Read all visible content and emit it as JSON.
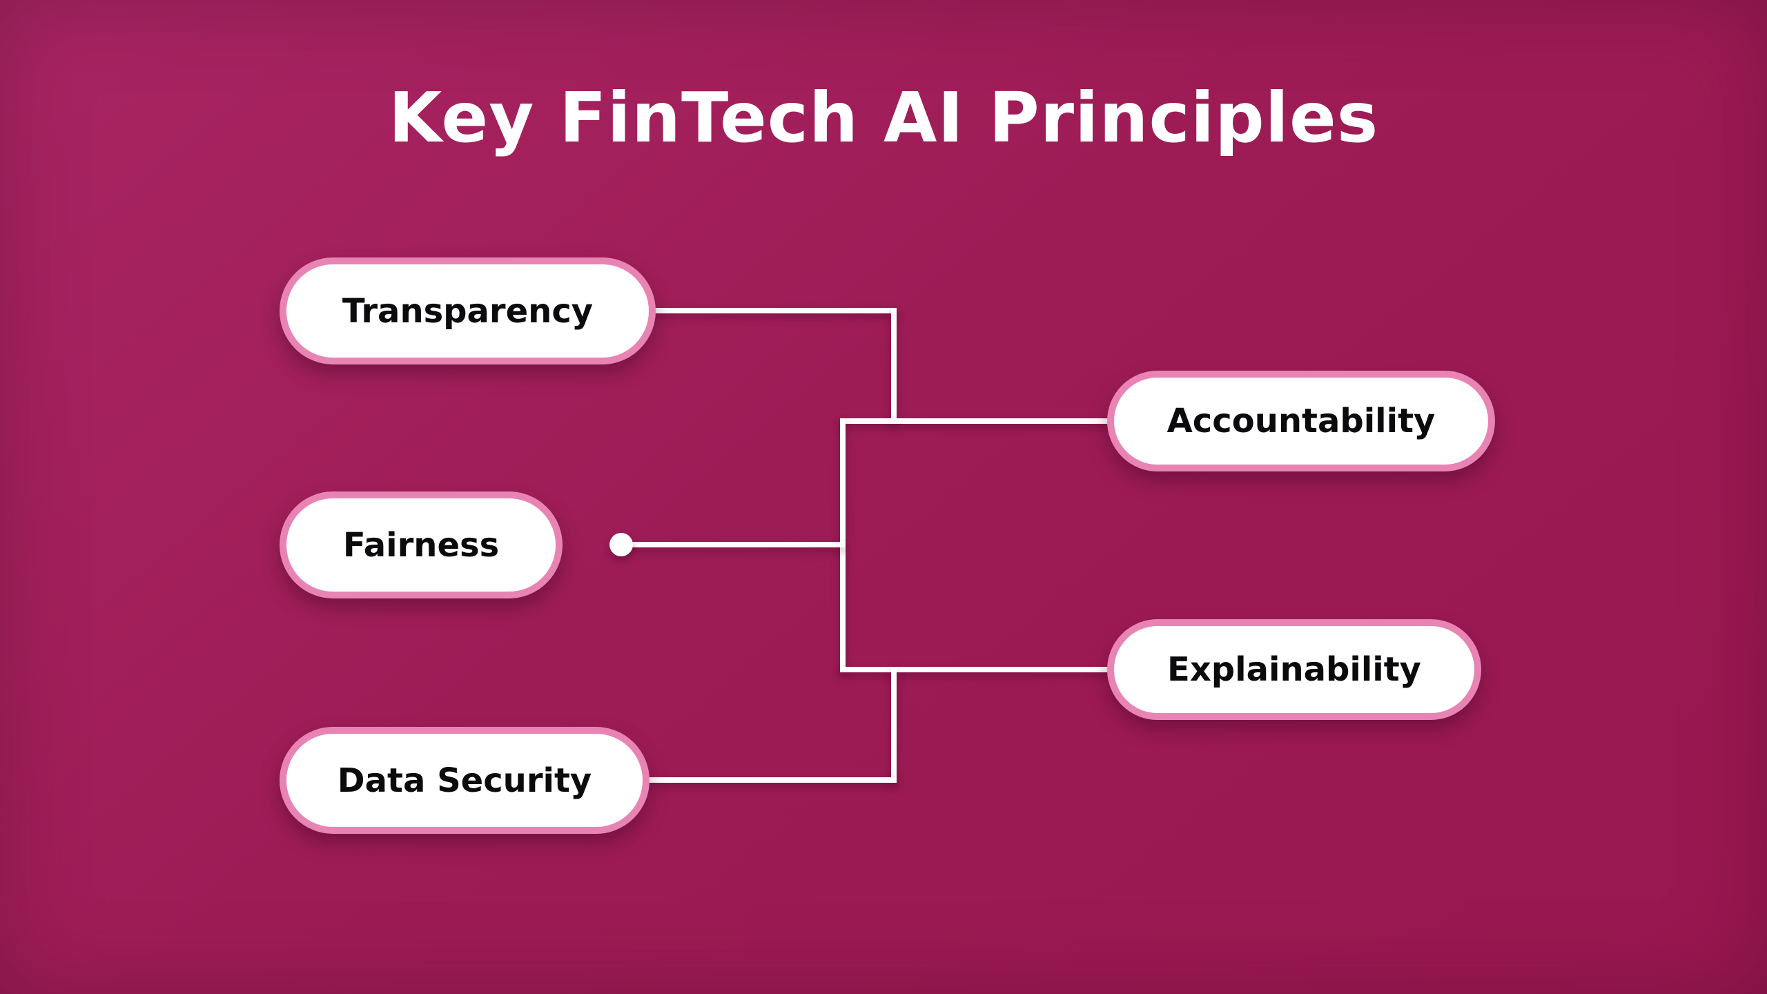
{
  "title": "Key FinTech AI Principles",
  "colors": {
    "background_start": "#a82563",
    "background_end": "#991750",
    "node_fill": "#ffffff",
    "node_border": "#e884b3",
    "node_text": "#0b0b0d",
    "title_text": "#ffffff",
    "connector": "#ffffff"
  },
  "diagram": {
    "type": "mindmap",
    "nodes": [
      {
        "id": "transparency",
        "label": "Transparency",
        "side": "left"
      },
      {
        "id": "fairness",
        "label": "Fairness",
        "side": "left"
      },
      {
        "id": "data-security",
        "label": "Data Security",
        "side": "left"
      },
      {
        "id": "accountability",
        "label": "Accountability",
        "side": "right"
      },
      {
        "id": "explainability",
        "label": "Explainability",
        "side": "right"
      }
    ],
    "connections": [
      {
        "from": "transparency",
        "to": "central-spine",
        "style": "elbow-right-down"
      },
      {
        "from": "fairness",
        "to": "central-spine",
        "style": "straight-with-dot"
      },
      {
        "from": "data-security",
        "to": "central-spine",
        "style": "elbow-right-up"
      },
      {
        "from": "central-spine",
        "to": "accountability",
        "style": "straight"
      },
      {
        "from": "central-spine",
        "to": "explainability",
        "style": "straight"
      }
    ]
  }
}
